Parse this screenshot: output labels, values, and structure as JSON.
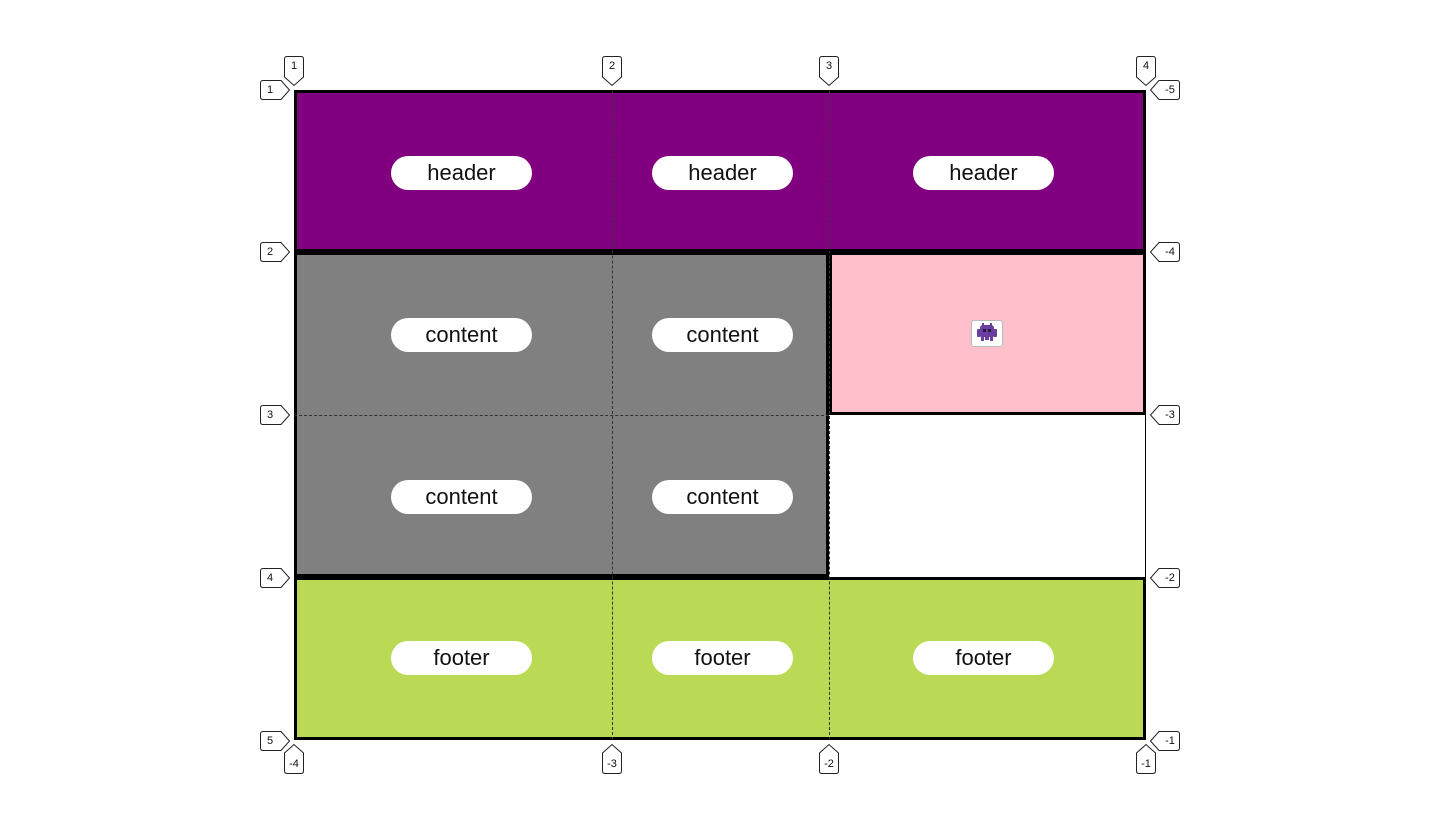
{
  "areas": {
    "header": {
      "label": "header",
      "color": "#800080"
    },
    "content": {
      "label": "content",
      "color": "#808080"
    },
    "aside": {
      "icon": "alien-monster-icon",
      "color": "#ffc0cb"
    },
    "footer": {
      "label": "footer",
      "color": "#bada55"
    }
  },
  "line_numbers": {
    "columns_top": [
      "1",
      "2",
      "3",
      "4"
    ],
    "columns_bottom": [
      "-4",
      "-3",
      "-2",
      "-1"
    ],
    "rows_left": [
      "1",
      "2",
      "3",
      "4",
      "5"
    ],
    "rows_right": [
      "-5",
      "-4",
      "-3",
      "-2",
      "-1"
    ]
  }
}
